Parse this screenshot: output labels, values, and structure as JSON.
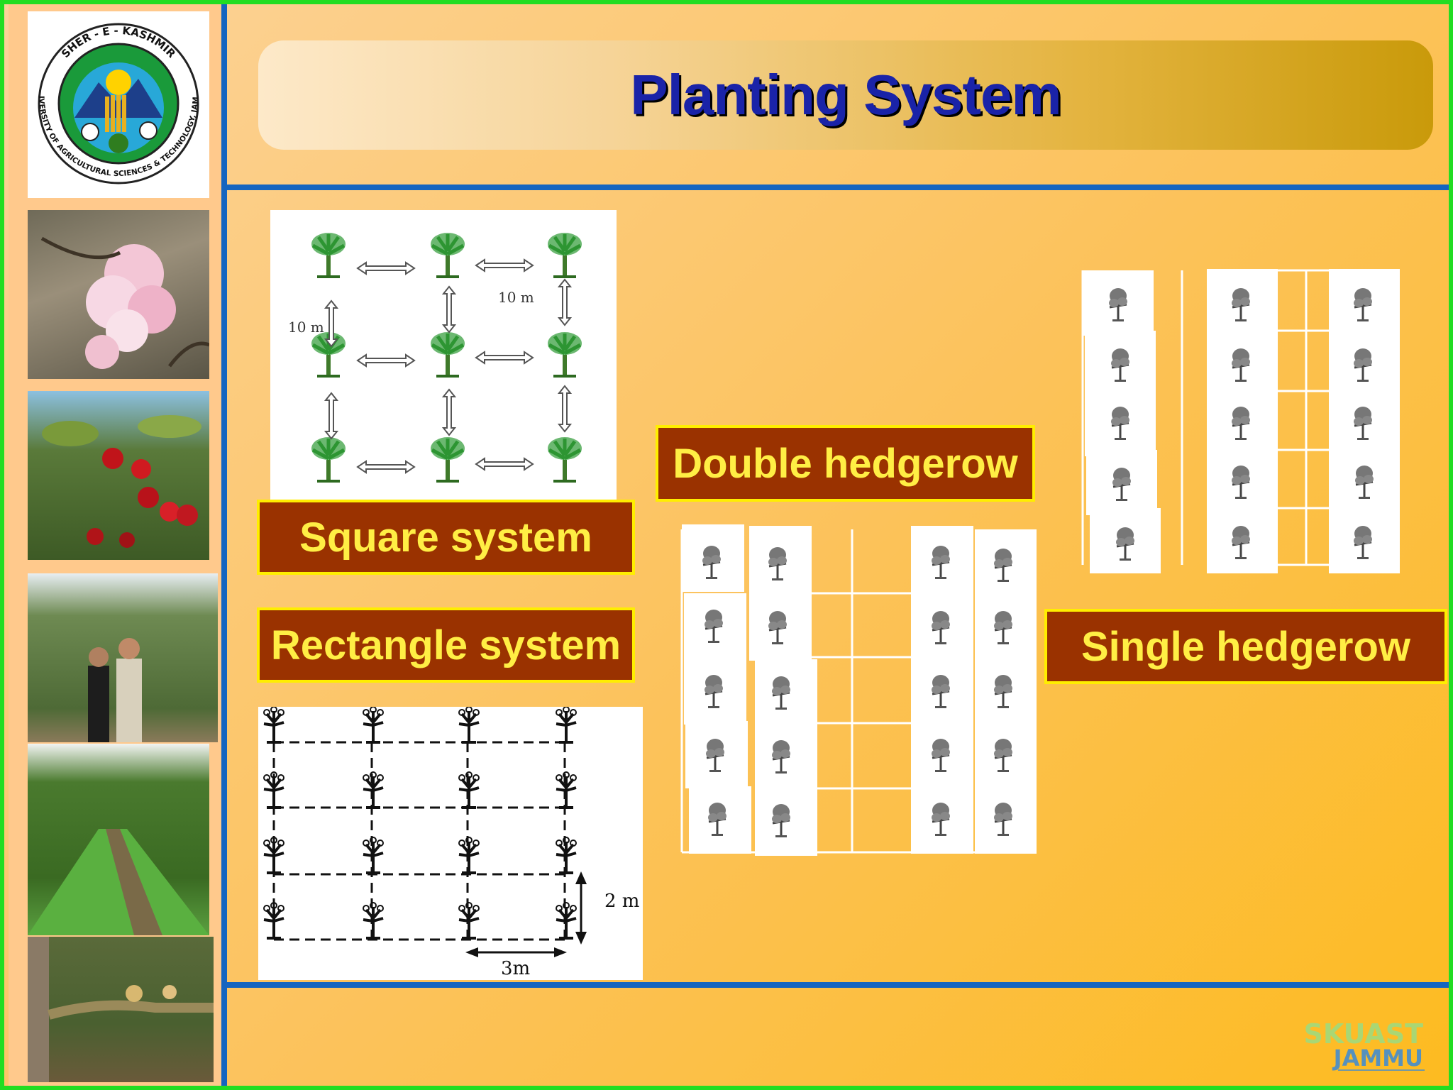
{
  "header": {
    "title": "Planting System"
  },
  "logo": {
    "arc_top": "SHER - E - KASHMIR",
    "arc_bottom": "UNIVERSITY OF AGRICULTURAL SCIENCES & TECHNOLOGY, JAMMU"
  },
  "sidebar": {
    "photos": [
      "apple-blossom-photo",
      "red-apples-photo",
      "orchard-people-photo",
      "hedgerow-orchard-photo",
      "trained-branch-photo"
    ]
  },
  "labels": {
    "square": "Square system",
    "rectangle": "Rectangle system",
    "double": "Double hedgerow",
    "single": "Single hedgerow"
  },
  "square_diagram": {
    "spacing_h": "10 m",
    "spacing_v": "10 m"
  },
  "rectangle_diagram": {
    "spacing_v": "2 m",
    "spacing_h": "3m"
  },
  "footer_logo": {
    "line1": "SKUAST",
    "line2": "JAMMU"
  },
  "colors": {
    "border_green": "#22dd22",
    "rule_blue": "#1565c0",
    "title_blue": "#1a23a8",
    "label_bg": "#9a3200",
    "label_text": "#ffee44"
  }
}
